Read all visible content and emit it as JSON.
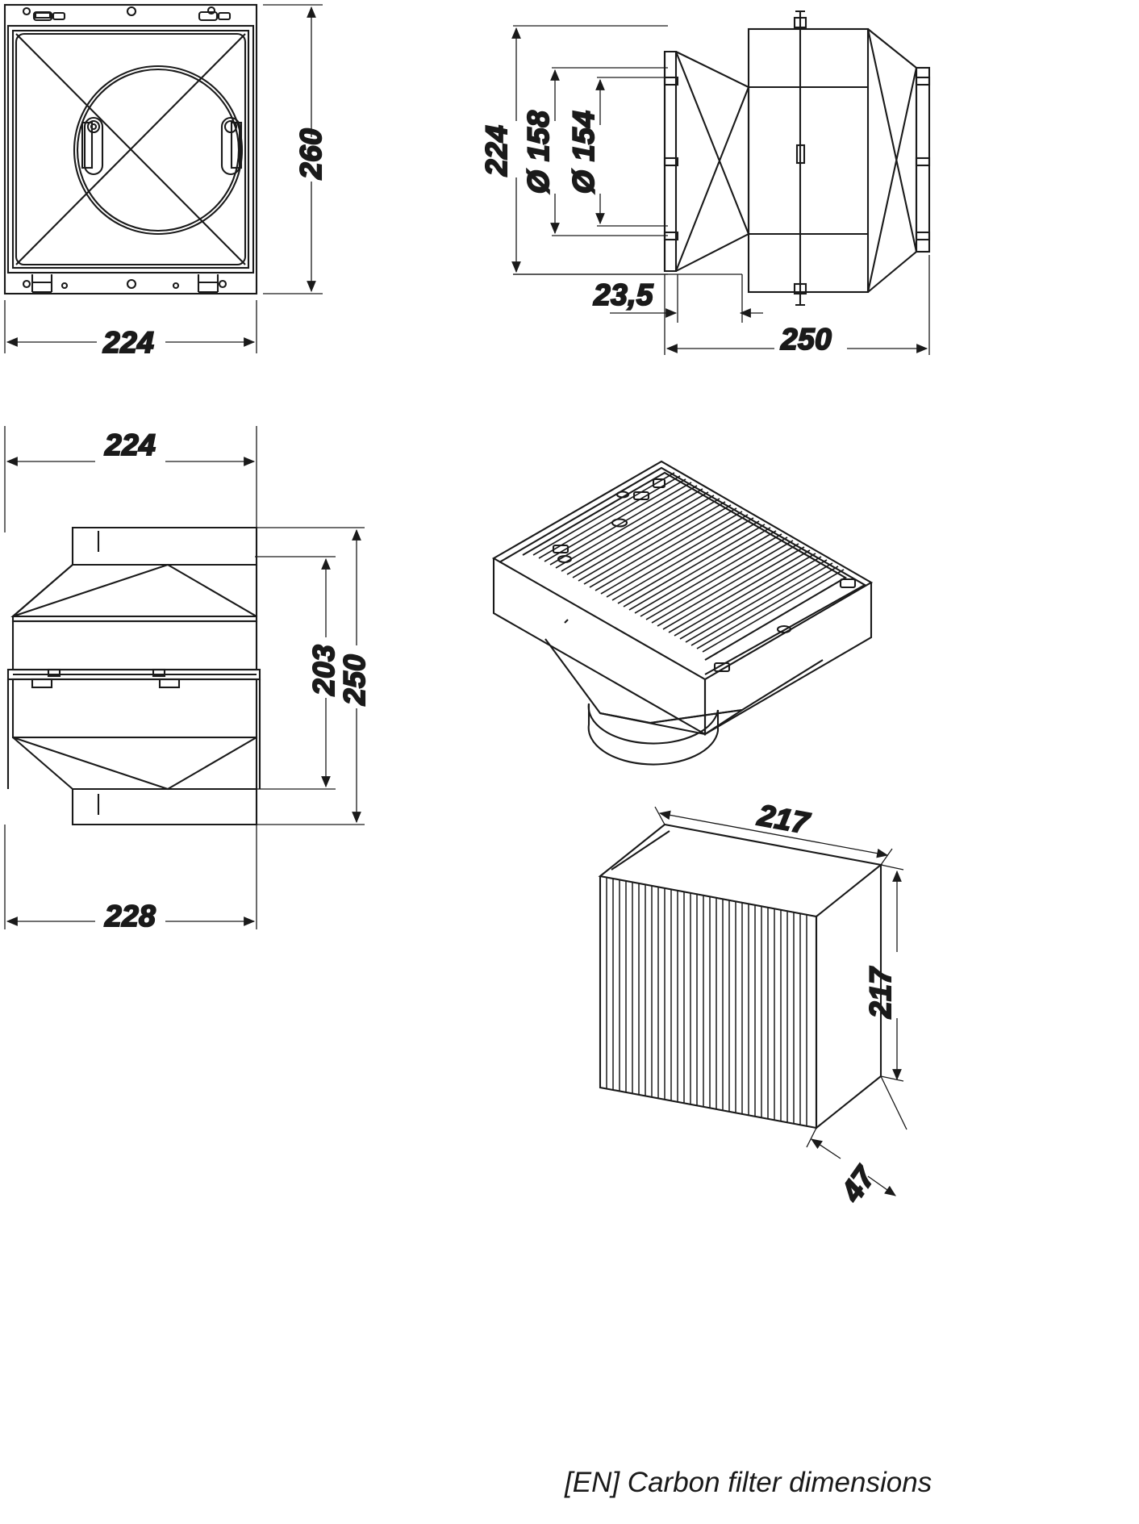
{
  "drawing": {
    "caption": "[EN] Carbon filter dimensions",
    "line_color": "#1a1a1a",
    "background_color": "#ffffff"
  },
  "views": {
    "front_view": {
      "name": "front-view",
      "dimensions": {
        "height": "260",
        "width": "224"
      }
    },
    "side_section_view": {
      "name": "side-section-view",
      "dimensions": {
        "height": "224",
        "duct_outer_diameter": "Ø 158",
        "duct_inner_diameter": "Ø 154",
        "flange_offset": "23,5",
        "length": "250"
      }
    },
    "top_view": {
      "name": "top-view",
      "dimensions": {
        "width_top": "224",
        "inner_height": "203",
        "outer_height": "250",
        "width_bottom": "228"
      }
    },
    "isometric_assembly_view": {
      "name": "isometric-assembly-view"
    },
    "carbon_filter_view": {
      "name": "carbon-filter-isometric-view",
      "dimensions": {
        "width": "217",
        "height": "217",
        "depth": "47"
      }
    }
  }
}
